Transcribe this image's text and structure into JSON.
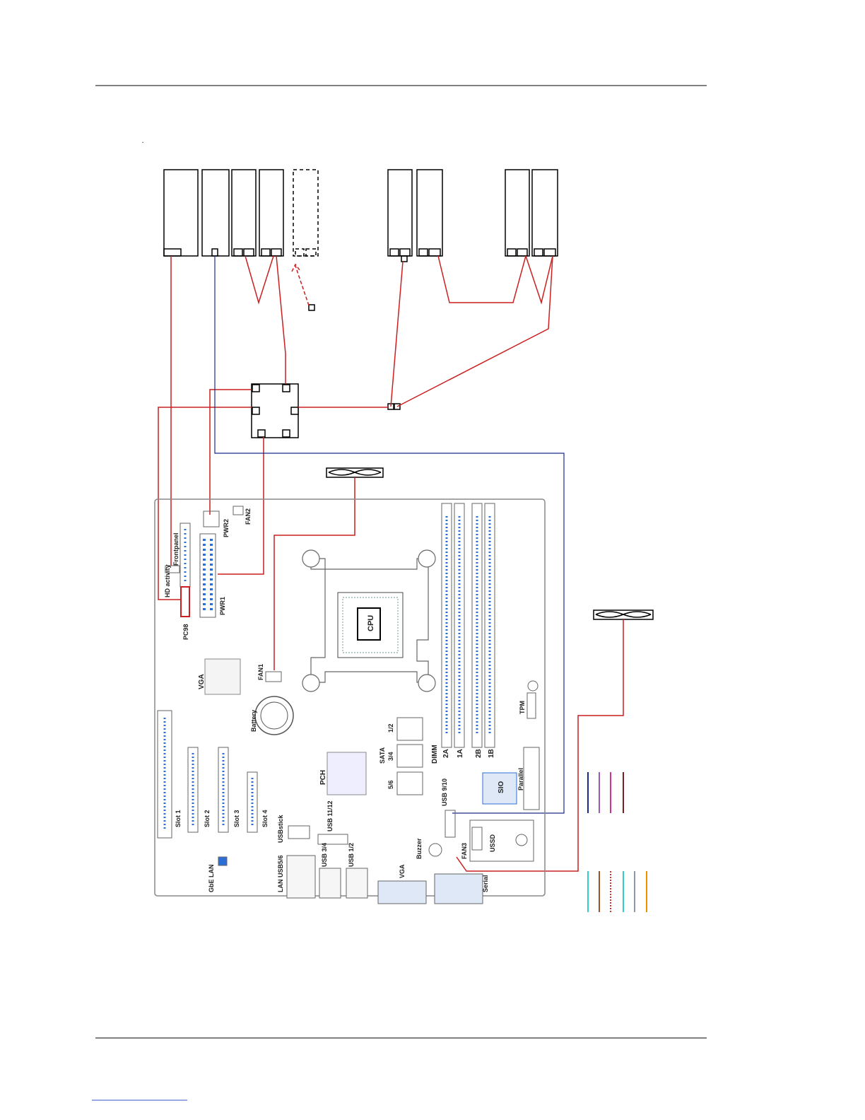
{
  "page": {
    "page_mark": "."
  },
  "board": {
    "labels": {
      "hd_activity": "HD activity",
      "frontpanel": "Frontpanel",
      "pc98": "PC98",
      "pwr1": "PWR1",
      "pwr2": "PWR2",
      "fan1": "FAN1",
      "fan2": "FAN2",
      "fan3": "FAN3",
      "vga_chip": "VGA",
      "battery": "Battery",
      "cpu": "CPU",
      "pch": "PCH",
      "sata": "SATA",
      "sata_12": "1/2",
      "sata_34": "3/4",
      "sata_56": "5/6",
      "dimm": "DIMM",
      "dimm_2a": "2A",
      "dimm_1a": "1A",
      "dimm_2b": "2B",
      "dimm_1b": "1B",
      "tpm": "TPM",
      "sio": "SIO",
      "parallel": "Parallel",
      "slot1": "Slot 1",
      "slot2": "Slot 2",
      "slot3": "Slot 3",
      "slot4": "Slot 4",
      "usbstick": "USBstick",
      "usb_1112": "USB 11/12",
      "usb_910": "USB 9/10",
      "usb_12": "USB 1/2",
      "usb_34": "USB 3/4",
      "lan_usb56": "LAN USB5/6",
      "gbe_lan": "GbE LAN",
      "buzzer": "Buzzer",
      "vga_port": "VGA",
      "serial": "Serial",
      "ussd": "USSD"
    }
  },
  "colors": {
    "sata_cable": "#cc1f1f",
    "dark_red": "#a41e22",
    "usb_cable": "#1a2b8c",
    "board_outline": "#888888",
    "header_pin": "#2b6fd6",
    "legend_top": [
      "#1a2b8c",
      "#9b59b6",
      "#cc3399",
      "#7b1e1e",
      "#333333"
    ],
    "legend_bottom": [
      "#33cccc",
      "#a0522d",
      "#cc3333",
      "#33cccc",
      "#8899aa",
      "#e69500"
    ]
  },
  "icons": [
    "fan-icon",
    "drive-bay-icon",
    "power-splitter-icon"
  ]
}
